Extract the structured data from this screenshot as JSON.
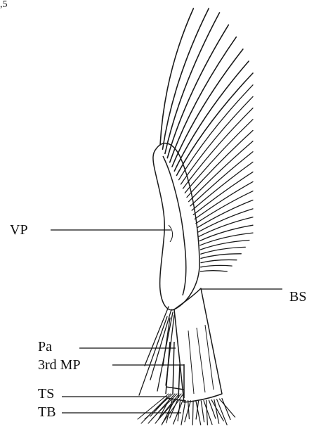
{
  "corner_mark": ",5",
  "labels": {
    "vp": "VP",
    "bs": "BS",
    "pa": "Pa",
    "mp3": "3rd MP",
    "ts": "TS",
    "tb": "TB"
  },
  "ink_color": "#111111",
  "background_color": "#ffffff"
}
